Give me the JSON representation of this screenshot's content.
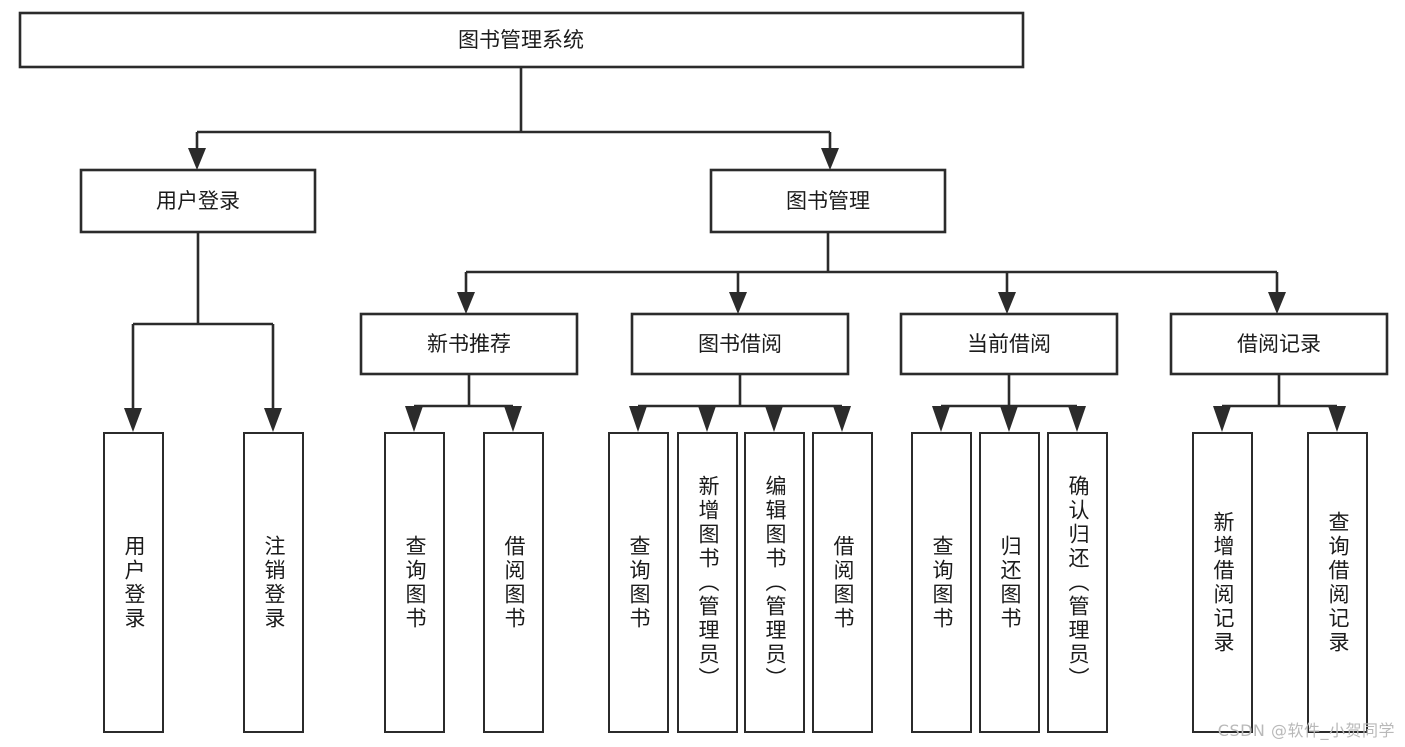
{
  "diagram": {
    "type": "tree-hierarchy-chart",
    "title": "图书管理系统",
    "watermark": "CSDN @软件_小贺同学",
    "colors": {
      "stroke": "#2b2b2b",
      "fill": "#ffffff",
      "text": "#1b1b1b",
      "watermark": "#b9b9b9"
    },
    "root": {
      "label": "图书管理系统"
    },
    "level2": [
      {
        "label": "用户登录"
      },
      {
        "label": "图书管理"
      }
    ],
    "level3": [
      {
        "label": "新书推荐"
      },
      {
        "label": "图书借阅"
      },
      {
        "label": "当前借阅"
      },
      {
        "label": "借阅记录"
      }
    ],
    "leaves": {
      "user_login": [
        {
          "label": "用户登录"
        },
        {
          "label": "注销登录"
        }
      ],
      "new_book": [
        {
          "label": "查询图书"
        },
        {
          "label": "借阅图书"
        }
      ],
      "book_borrow": [
        {
          "label": "查询图书"
        },
        {
          "label": "新增图书（管理员）"
        },
        {
          "label": "编辑图书（管理员）"
        },
        {
          "label": "借阅图书"
        }
      ],
      "current_borrow": [
        {
          "label": "查询图书"
        },
        {
          "label": "归还图书"
        },
        {
          "label": "确认归还（管理员）"
        }
      ],
      "borrow_record": [
        {
          "label": "新增借阅记录"
        },
        {
          "label": "查询借阅记录"
        }
      ]
    }
  }
}
